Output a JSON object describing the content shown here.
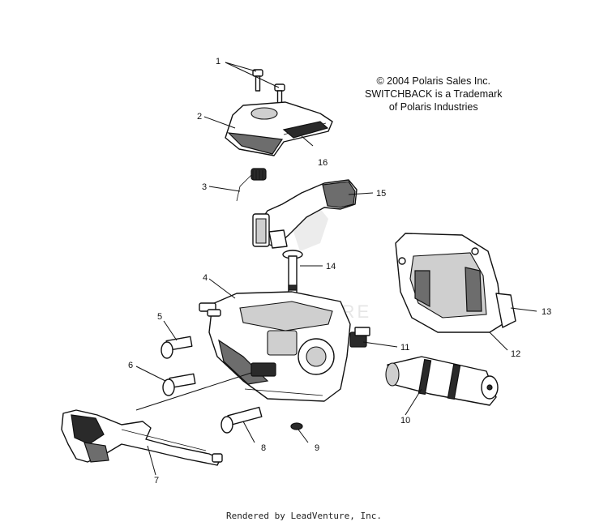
{
  "notice": {
    "copyright": "© 2004 Polaris Sales Inc.",
    "trademark_line1": "SWITCHBACK is a Trademark",
    "trademark_line2": "of Polaris Industries"
  },
  "callouts": [
    "1",
    "2",
    "3",
    "4",
    "5",
    "6",
    "7",
    "8",
    "9",
    "10",
    "11",
    "12",
    "13",
    "14",
    "15",
    "16"
  ],
  "watermark": "VENTURE",
  "footer": "Rendered by LeadVenture, Inc."
}
